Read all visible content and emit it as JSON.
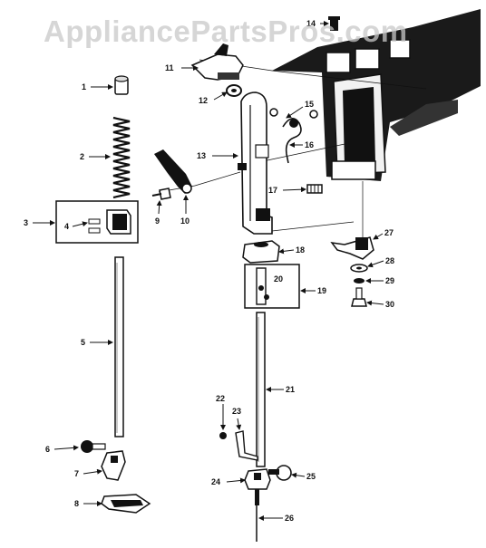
{
  "watermark": "AppliancePartsPros.com",
  "colors": {
    "ink": "#111111",
    "paper": "#ffffff",
    "watermark": "#c8c8c8"
  },
  "callouts": [
    "1",
    "2",
    "3",
    "4",
    "5",
    "6",
    "7",
    "8",
    "9",
    "10",
    "11",
    "12",
    "13",
    "14",
    "15",
    "16",
    "17",
    "18",
    "19",
    "20",
    "21",
    "22",
    "23",
    "24",
    "25",
    "26",
    "27",
    "28",
    "29",
    "30"
  ]
}
